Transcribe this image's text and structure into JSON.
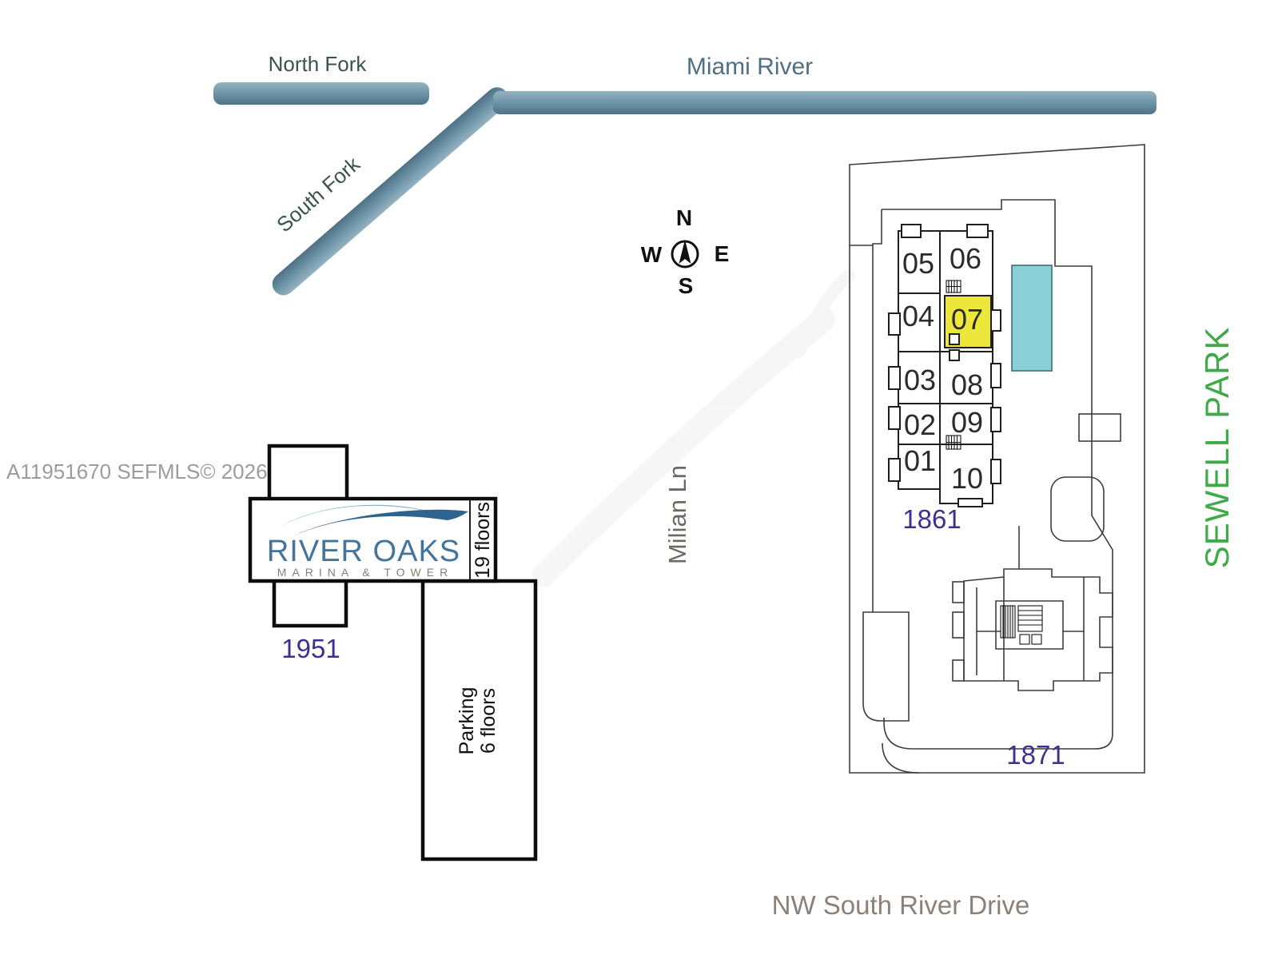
{
  "mls_watermark": "A11951670  SEFMLS© 2026",
  "waterways": {
    "north_fork": "North Fork",
    "south_fork": "South Fork",
    "miami_river": "Miami River"
  },
  "compass": {
    "north": "N",
    "west": "W",
    "east": "E",
    "south": "S"
  },
  "streets": {
    "milian_lane": "Milian Ln",
    "nw_south_river_drive": "NW South River Drive"
  },
  "park_label": "SEWELL PARK",
  "site_1951": {
    "address": "1951",
    "logo_title": "RIVER OAKS",
    "logo_subtitle": "MARINA & TOWER",
    "tower_floors": "19 floors",
    "parking_line1": "Parking",
    "parking_line2": "6 floors"
  },
  "site_1861": {
    "address": "1861",
    "highlighted_unit": "07",
    "units": [
      "05",
      "06",
      "04",
      "07",
      "03",
      "08",
      "02",
      "09",
      "01",
      "10"
    ]
  },
  "site_1871": {
    "address": "1871"
  },
  "colors": {
    "river_mid": "#7097aa",
    "river_dark": "#4e7187",
    "highlight_yellow": "#ede73b",
    "pool_teal": "#8ad0d8",
    "address_purple": "#3b3191",
    "park_green": "#3faa4a",
    "logo_blue": "#44749c",
    "logo_taupe": "#8a7d6f",
    "street_gray": "#8c8077"
  }
}
